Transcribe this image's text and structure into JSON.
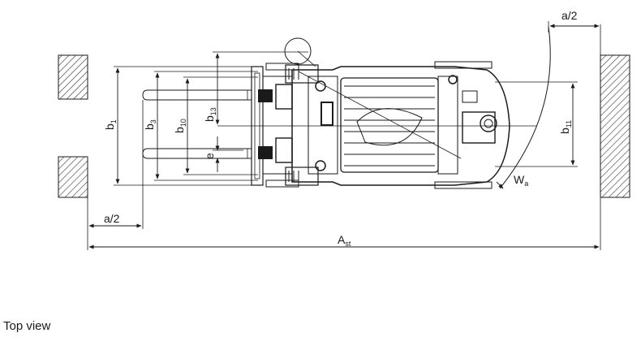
{
  "diagram": {
    "caption": "Top view",
    "dimensions": {
      "a_half_top": "a/2",
      "a_half_bottom": "a/2",
      "b1": {
        "main": "b",
        "sub": "1"
      },
      "b3": {
        "main": "b",
        "sub": "3"
      },
      "b10": {
        "main": "b",
        "sub": "10"
      },
      "b13": {
        "main": "b",
        "sub": "13"
      },
      "e": {
        "main": "e",
        "sub": ""
      },
      "b11": {
        "main": "b",
        "sub": "11"
      },
      "wa": {
        "main": "W",
        "sub": "a"
      },
      "ast": {
        "main": "A",
        "sub": "st"
      }
    }
  }
}
